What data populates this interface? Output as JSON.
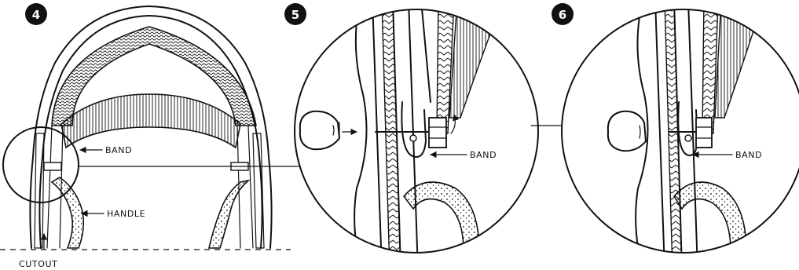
{
  "steps": [
    {
      "number": "4",
      "labels": {
        "band": "BAND",
        "handle": "HANDLE",
        "cutout": "CUTOUT"
      }
    },
    {
      "number": "5",
      "labels": {
        "band": "BAND"
      }
    },
    {
      "number": "6",
      "labels": {
        "band": "BAND"
      }
    }
  ],
  "icons": [
    "lamp-shade-icon",
    "knob-icon",
    "screw-icon",
    "nut-icon",
    "arrow-icon"
  ],
  "colors": {
    "ink": "#111111",
    "paper": "#ffffff"
  }
}
